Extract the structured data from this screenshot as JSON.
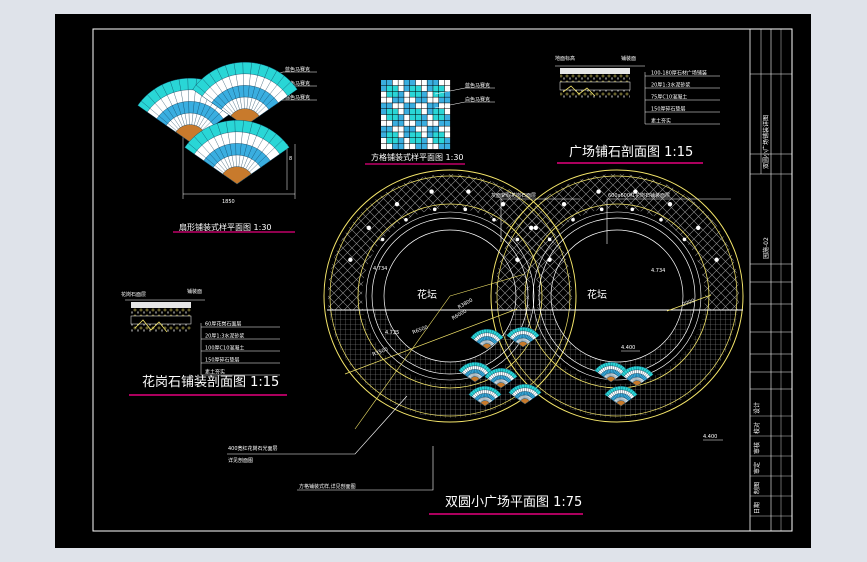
{
  "titles": {
    "fan_plan": "扇形铺装式样平面图 1:30",
    "square_plan": "方格铺装式样平面图 1:30",
    "plaza_section": "广场铺石剖面图 1:15",
    "granite_section": "花岗石铺装剖面图 1:15",
    "main_plan": "双圆小广场平面图 1:75"
  },
  "labels": {
    "flower_bed_1": "花坛",
    "flower_bed_2": "花坛",
    "top_note_1": "灰面斩假花岗石面层",
    "top_note_2": "600x600红花岗石铺装面层",
    "bottom_note_1a": "400宽红花岗石光面层",
    "bottom_note_1b": "详见剖面图",
    "bottom_note_2": "方格铺装式样,详见剖面图",
    "dim_radius_1": "R3500",
    "dim_radius_2": "R6500",
    "dim_radius_3": "R6000",
    "dim_radius_4": "R3800",
    "dim_width": "2000",
    "dim_fan_width": "1850",
    "dim_fan_height": "8",
    "elev_1": "4.734",
    "elev_2": "4.734",
    "elev_3": "4.725",
    "elev_4": "4.400",
    "elev_5": "4.400"
  },
  "fan_legend": [
    "蓝色马赛克",
    "白色马赛克",
    "棕色马赛克"
  ],
  "square_legend": [
    "蓝色马赛克",
    "白色马赛克"
  ],
  "plaza_section_notes": [
    "100-180厚石材广场铺装",
    "20厚1:3水泥砂浆",
    "75厚C10混凝土",
    "150厚碎石垫层",
    "素土夯实"
  ],
  "granite_section_notes": [
    "60厚花岗石面层",
    "20厚1:3水泥砂浆",
    "100厚C10混凝土",
    "150厚碎石垫层",
    "素土夯实"
  ],
  "section_tags": {
    "plaza": "地面标高",
    "plaza_edge": "铺装面",
    "granite": "花岗石面层",
    "granite_edge": "铺装面"
  },
  "title_block": {
    "project": "双圆小广场铺装详图",
    "drawing_no": "园施-02",
    "rows": [
      "设计",
      "校对",
      "审核",
      "审定",
      "制图",
      "日期"
    ]
  },
  "colors": {
    "paper": "#000000",
    "frame": "#ffffff",
    "circle": "#f5e66a",
    "accent": "#e6007e",
    "mosaic_blue": "#3aaee0",
    "mosaic_cyan": "#29d6d6",
    "brown": "#c87a2c"
  }
}
